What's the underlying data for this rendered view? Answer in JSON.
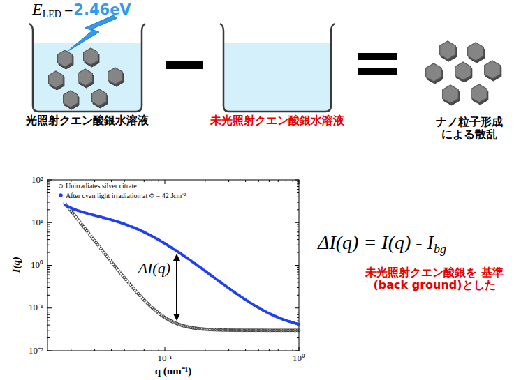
{
  "diagram": {
    "labels": [
      "E",
      "LED",
      "=",
      "2.46eV",
      "光照射クエン酸銀水溶液",
      "未光照射クエン酸銀水溶液",
      "ナノ粒子形成 による散乱",
      "10²",
      "10¹",
      "10⁰",
      "10⁻¹",
      "10⁻²",
      "10⁻¹",
      "10⁰",
      "I(q)",
      "q (nm⁻¹)",
      "ΔI(q)",
      "ΔI(q) = I(q) - I",
      "bg",
      "未光照射クエン酸銀を 基準(back ground)とした"
    ],
    "legend": [
      {
        "text": "Unirradiates silver citrate"
      },
      {
        "text": "After cyan light irradiation at Φ = 42 Jcm⁻²"
      }
    ]
  }
}
